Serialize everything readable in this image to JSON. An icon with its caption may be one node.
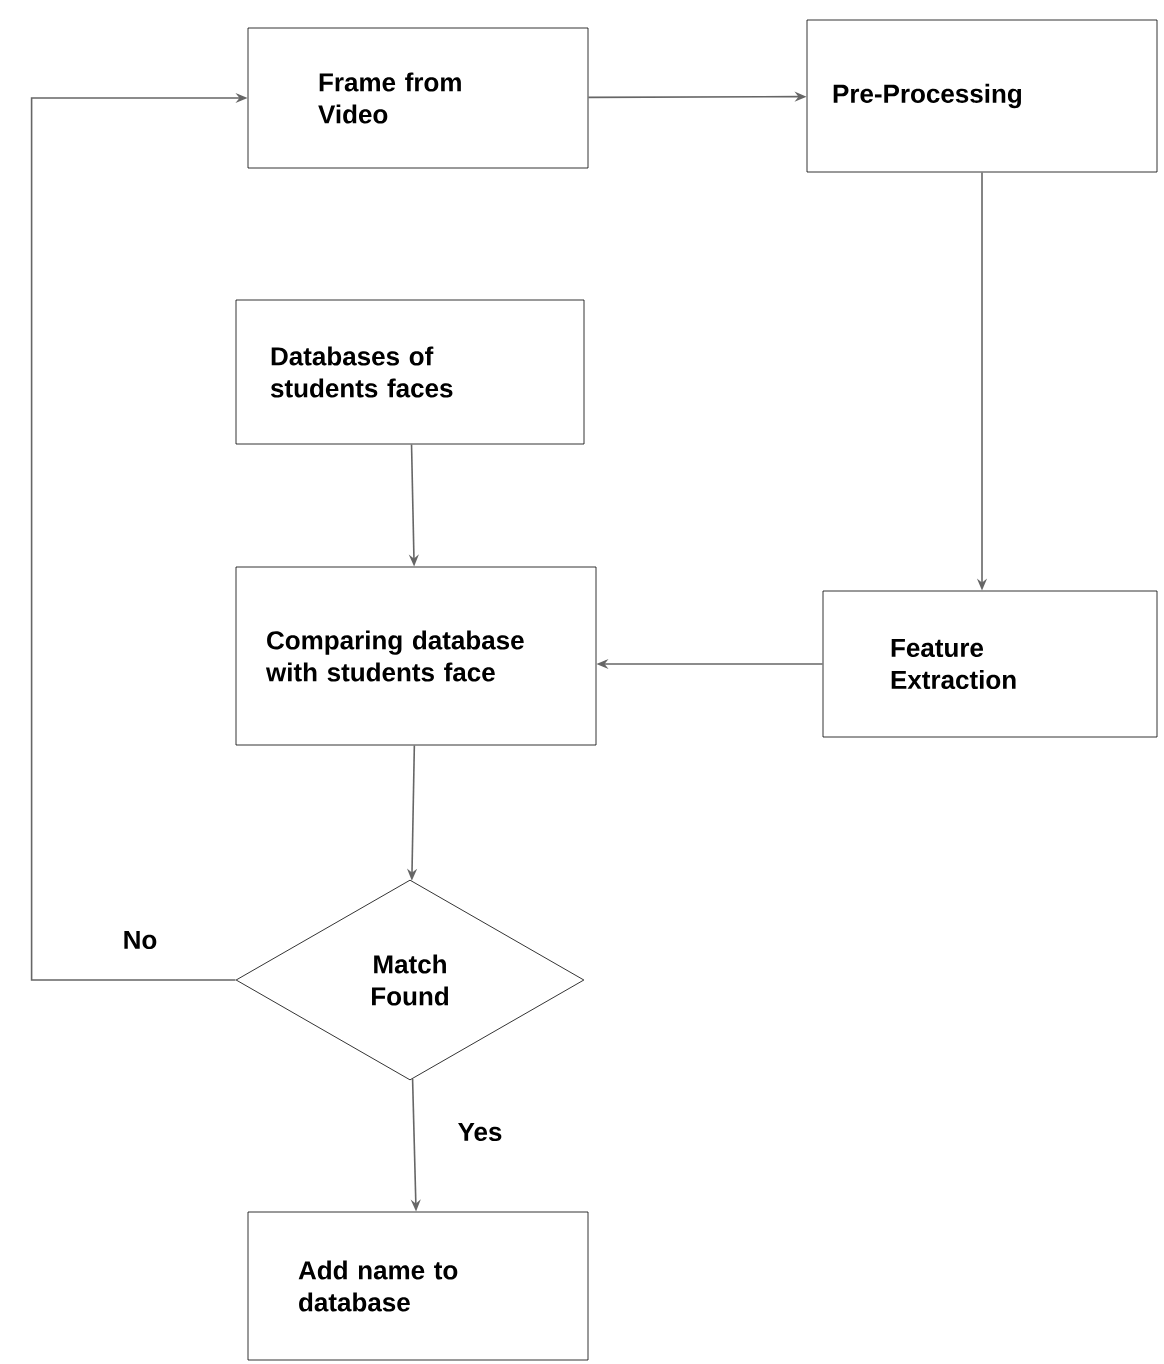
{
  "diagram": {
    "nodes": [
      {
        "text": [
          "Frame from Video"
        ]
      },
      {
        "text": [
          "Pre-Processing"
        ]
      },
      {
        "text": [
          "Databases of students faces"
        ]
      },
      {
        "text": [
          "Comparing database with students face"
        ]
      },
      {
        "text": [
          "Feature Extraction"
        ]
      },
      {
        "text": [
          "Match Found"
        ]
      },
      {
        "text": [
          "Add name to database"
        ]
      }
    ],
    "edges": [
      {
        "from": 0,
        "to": 1,
        "arrow": "to"
      },
      {
        "from": 1,
        "to": 4,
        "arrow": "to"
      },
      {
        "from": 4,
        "to": 3,
        "arrow": "to"
      },
      {
        "from": 2,
        "to": 3,
        "arrow": "to"
      },
      {
        "from": 3,
        "to": 5,
        "arrow": "to"
      },
      {
        "from": 5,
        "to": 6,
        "arrow": "to",
        "label": "Yes"
      },
      {
        "from": 5,
        "to": 0,
        "arrow": "to",
        "label": "No"
      }
    ]
  }
}
